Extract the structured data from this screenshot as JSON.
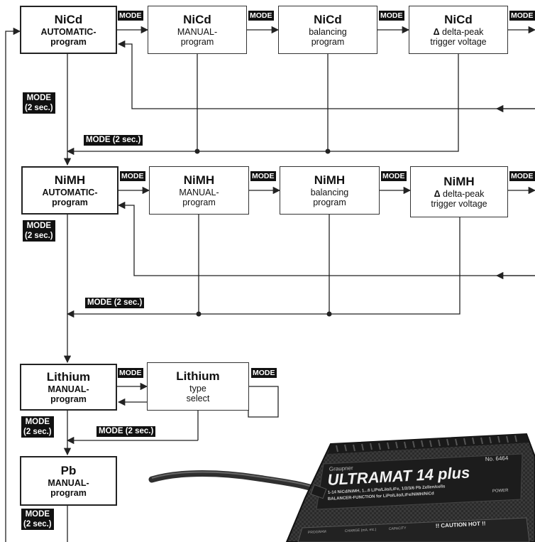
{
  "mode_label": "MODE",
  "mode_2sec": "MODE (2 sec.)",
  "mode_stack_top": "MODE",
  "mode_stack_bottom": "(2 sec.)",
  "delta_symbol": "Δ",
  "rows": {
    "nicd": {
      "auto": [
        "NiCd",
        "AUTOMATIC-",
        "program"
      ],
      "manual": [
        "NiCd",
        "MANUAL-",
        "program"
      ],
      "balancing": [
        "NiCd",
        "balancing",
        "program"
      ],
      "delta": [
        "NiCd",
        "delta-peak",
        "trigger voltage"
      ]
    },
    "nimh": {
      "auto": [
        "NiMH",
        "AUTOMATIC-",
        "program"
      ],
      "manual": [
        "NiMH",
        "MANUAL-",
        "program"
      ],
      "balancing": [
        "NiMH",
        "balancing",
        "program"
      ],
      "delta": [
        "NiMH",
        "delta-peak",
        "trigger voltage"
      ]
    },
    "lithium": {
      "manual": [
        "Lithium",
        "MANUAL-",
        "program"
      ],
      "type": [
        "Lithium",
        "type",
        "select"
      ]
    },
    "pb": {
      "manual": [
        "Pb",
        "MANUAL-",
        "program"
      ]
    }
  },
  "device": {
    "brand": "ULTRAMAT 14 plus",
    "number": "No. 6464",
    "spec_line": "1-14 NiCd/NiMH, 1...6 LiPo/LiIo/LiFe, 1/2/3/6 Pb Zellen/cells",
    "balancer_line": "BALANCER-FUNCTION for LiPo/LiIo/LiFe/NiMH/NiCd",
    "power": "POWER",
    "caution": "!! CAUTION HOT !!",
    "panel_labels": [
      "PROGRAM",
      "CHARGE (mA. etc.)",
      "CAPACITY"
    ],
    "manufacturer": "Graupner"
  },
  "colors": {
    "line": "#222222",
    "tag_bg": "#111111",
    "tag_text": "#ffffff",
    "device_body": "#2b2b2b"
  }
}
